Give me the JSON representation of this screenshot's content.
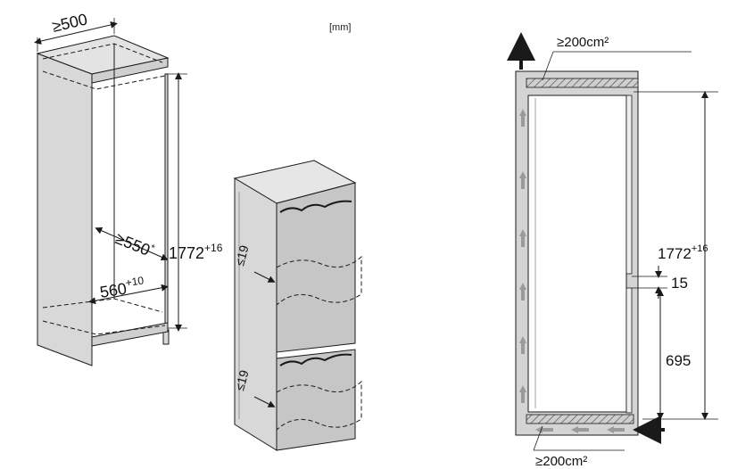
{
  "unit_label": "[mm]",
  "niche": {
    "width": "≥500",
    "depth": "≥550",
    "depth_mark": "*",
    "height_base": "1772",
    "height_tol": "+16",
    "inner_width": "560",
    "inner_width_tol": "+10"
  },
  "appliance": {
    "gap_upper": "≤19",
    "gap_lower": "≤19"
  },
  "ventilation": {
    "top_area": "≥200cm²",
    "bottom_area": "≥200cm²",
    "height_base": "1772",
    "height_tol": "+16",
    "gap": "15",
    "lower_height": "695"
  },
  "colors": {
    "panel": "#d8d8d8",
    "panel_dark": "#bdbdbd",
    "stroke": "#1a1a1a",
    "vent_arrow": "#9a9a9a"
  }
}
